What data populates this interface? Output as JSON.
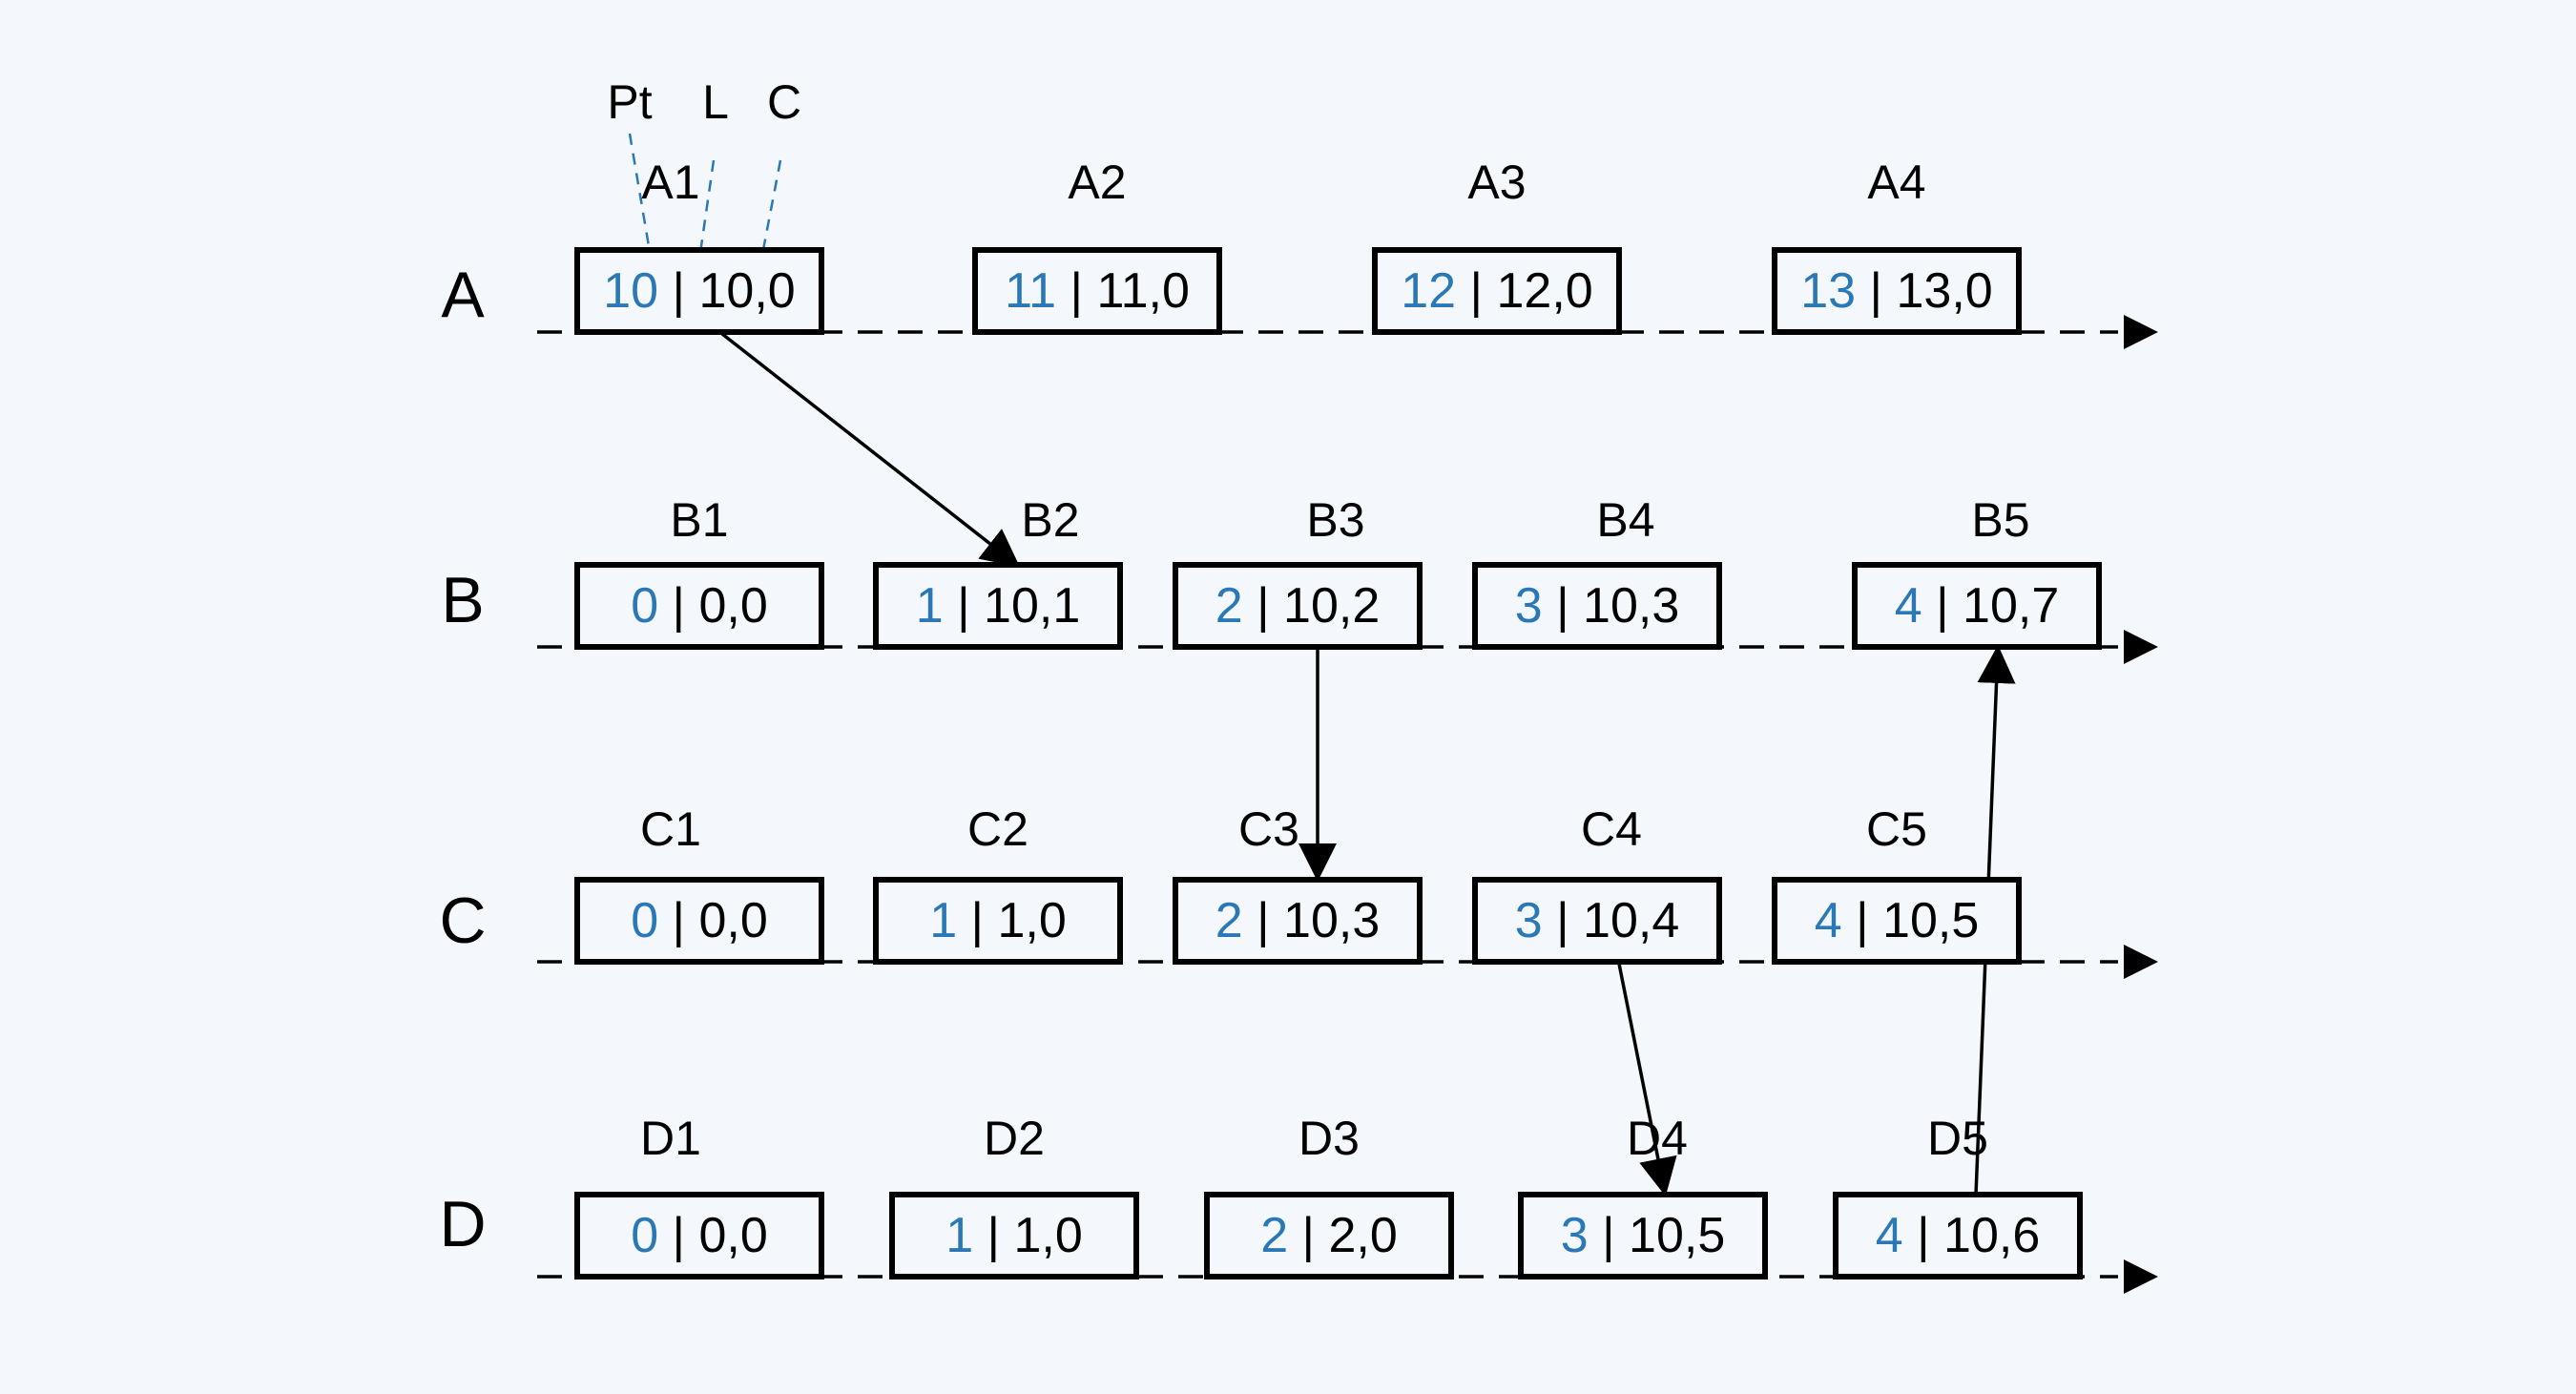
{
  "legend": {
    "pt": "Pt",
    "l": "L",
    "c": "C"
  },
  "rows": [
    {
      "id": "A",
      "label": "A",
      "nodes": [
        {
          "name": "A1",
          "pt": "10",
          "lc": "10,0"
        },
        {
          "name": "A2",
          "pt": "11",
          "lc": "11,0"
        },
        {
          "name": "A3",
          "pt": "12",
          "lc": "12,0"
        },
        {
          "name": "A4",
          "pt": "13",
          "lc": "13,0"
        }
      ]
    },
    {
      "id": "B",
      "label": "B",
      "nodes": [
        {
          "name": "B1",
          "pt": "0",
          "lc": "0,0"
        },
        {
          "name": "B2",
          "pt": "1",
          "lc": "10,1"
        },
        {
          "name": "B3",
          "pt": "2",
          "lc": "10,2"
        },
        {
          "name": "B4",
          "pt": "3",
          "lc": "10,3"
        },
        {
          "name": "B5",
          "pt": "4",
          "lc": "10,7"
        }
      ]
    },
    {
      "id": "C",
      "label": "C",
      "nodes": [
        {
          "name": "C1",
          "pt": "0",
          "lc": "0,0"
        },
        {
          "name": "C2",
          "pt": "1",
          "lc": "1,0"
        },
        {
          "name": "C3",
          "pt": "2",
          "lc": "10,3"
        },
        {
          "name": "C4",
          "pt": "3",
          "lc": "10,4"
        },
        {
          "name": "C5",
          "pt": "4",
          "lc": "10,5"
        }
      ]
    },
    {
      "id": "D",
      "label": "D",
      "nodes": [
        {
          "name": "D1",
          "pt": "0",
          "lc": "0,0"
        },
        {
          "name": "D2",
          "pt": "1",
          "lc": "1,0"
        },
        {
          "name": "D3",
          "pt": "2",
          "lc": "2,0"
        },
        {
          "name": "D4",
          "pt": "3",
          "lc": "10,5"
        },
        {
          "name": "D5",
          "pt": "4",
          "lc": "10,6"
        }
      ]
    }
  ],
  "messages": [
    {
      "from": "A1",
      "to": "B2"
    },
    {
      "from": "B3",
      "to": "C3"
    },
    {
      "from": "C4",
      "to": "D4"
    },
    {
      "from": "D5",
      "to": "B5"
    }
  ]
}
